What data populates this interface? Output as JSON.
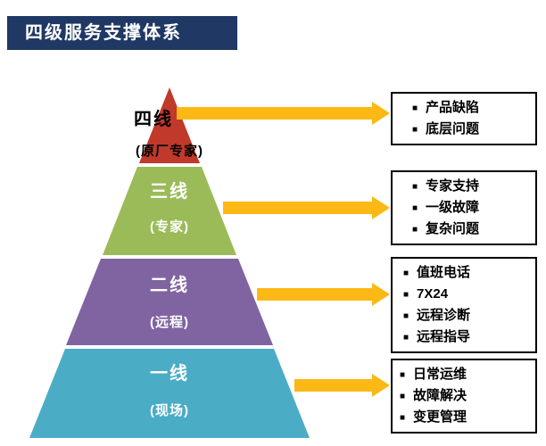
{
  "title": "四级服务支撑体系",
  "bullet": "■",
  "colors": {
    "title_bg": "#1F3864",
    "arrow": "#FCB814",
    "level4_red": "#C0392B",
    "level3_green": "#9BBB59",
    "level2_purple": "#8064A2",
    "level1_teal": "#4BACC6"
  },
  "pyramid": {
    "levels": [
      {
        "label": "四线",
        "sublabel": "(原厂专家)",
        "color": "#C0392B"
      },
      {
        "label": "三线",
        "sublabel": "(专家)",
        "color": "#9BBB59"
      },
      {
        "label": "二线",
        "sublabel": "(远程)",
        "color": "#8064A2"
      },
      {
        "label": "一线",
        "sublabel": "(现场)",
        "color": "#4BACC6"
      }
    ]
  },
  "boxes": [
    {
      "items": [
        "产品缺陷",
        "底层问题"
      ]
    },
    {
      "items": [
        "专家支持",
        "一级故障",
        "复杂问题"
      ]
    },
    {
      "items": [
        "值班电话",
        "7X24",
        "远程诊断",
        "远程指导"
      ]
    },
    {
      "items": [
        "日常运维",
        "故障解决",
        "变更管理"
      ]
    }
  ]
}
